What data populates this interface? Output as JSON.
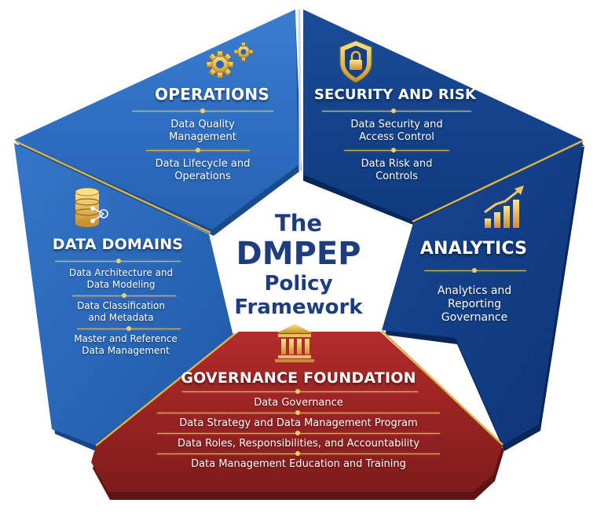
{
  "center": {
    "line1": "The",
    "line2": "DMPEP",
    "line3": "Policy",
    "line4": "Framework"
  },
  "operations": {
    "title": "OPERATIONS",
    "items": [
      "Data Quality\nManagement",
      "Data Lifecycle and\nOperations"
    ]
  },
  "security": {
    "title": "SECURITY AND RISK",
    "items": [
      "Data Security and\nAccess Control",
      "Data Risk and\nControls"
    ]
  },
  "analytics": {
    "title": "ANALYTICS",
    "items": [
      "Analytics and\nReporting\nGovernance"
    ]
  },
  "domains": {
    "title": "DATA DOMAINS",
    "items": [
      "Data Architecture and\nData Modeling",
      "Data Classification\nand Metadata",
      "Master and Reference\nData Management"
    ]
  },
  "foundation": {
    "title": "GOVERNANCE FOUNDATION",
    "items": [
      "Data Governance",
      "Data Strategy and Data Management Program",
      "Data Roles, Responsibilities, and Accountability",
      "Data Management Education and Training"
    ]
  },
  "colors": {
    "blue_light": "#2f6ec2",
    "blue_dark": "#123e86",
    "red": "#9a2322",
    "gold": "#d9b24c",
    "center_text": "#1d3d7e"
  },
  "icons": [
    "gears-icon",
    "shield-lock-icon",
    "bar-chart-icon",
    "database-icon",
    "pillars-icon"
  ]
}
